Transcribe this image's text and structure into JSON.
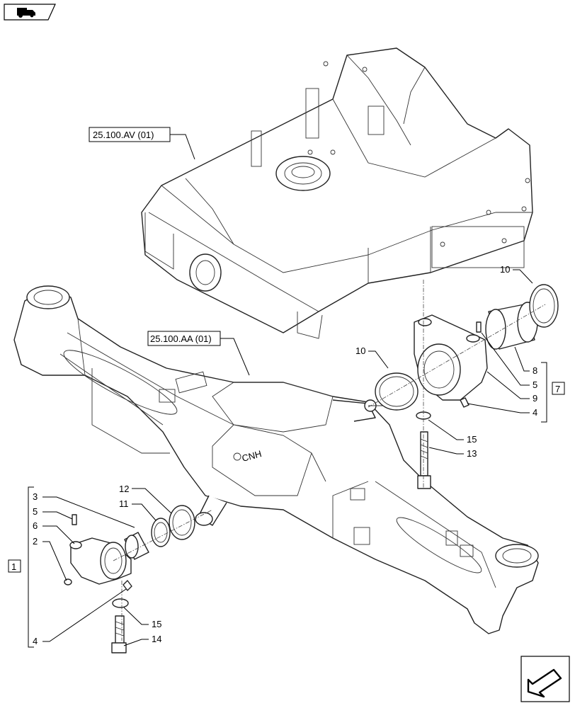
{
  "refs": {
    "frame": "25.100.AV (01)",
    "axle": "25.100.AA (01)"
  },
  "callouts": {
    "c1": "1",
    "c2": "2",
    "c3": "3",
    "c4a": "4",
    "c5a": "5",
    "c6": "6",
    "c11": "11",
    "c12": "12",
    "c14": "14",
    "c15a": "15",
    "c10a": "10",
    "c10b": "10",
    "c13": "13",
    "c15b": "15",
    "c8": "8",
    "c5b": "5",
    "c9": "9",
    "c4b": "4",
    "c7": "7"
  },
  "axle_logo": "CNH",
  "icons": {
    "top_left": "tractor-flag-icon",
    "bottom_right": "next-page-arrow-icon"
  }
}
